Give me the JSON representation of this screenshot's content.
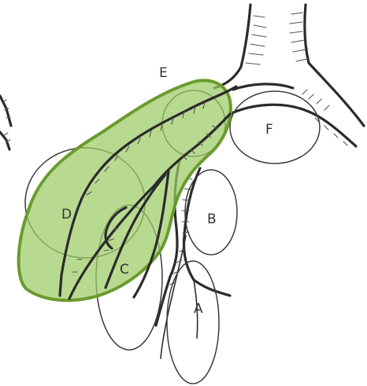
{
  "diagram": {
    "labels": {
      "a": "A",
      "b": "B",
      "c": "C",
      "d": "D",
      "e": "E",
      "f": "F"
    },
    "colors": {
      "highlight_fill": "#9ccc65",
      "highlight_stroke": "#6a9b2e",
      "line": "#2b2b2b",
      "background": "#ffffff"
    }
  }
}
